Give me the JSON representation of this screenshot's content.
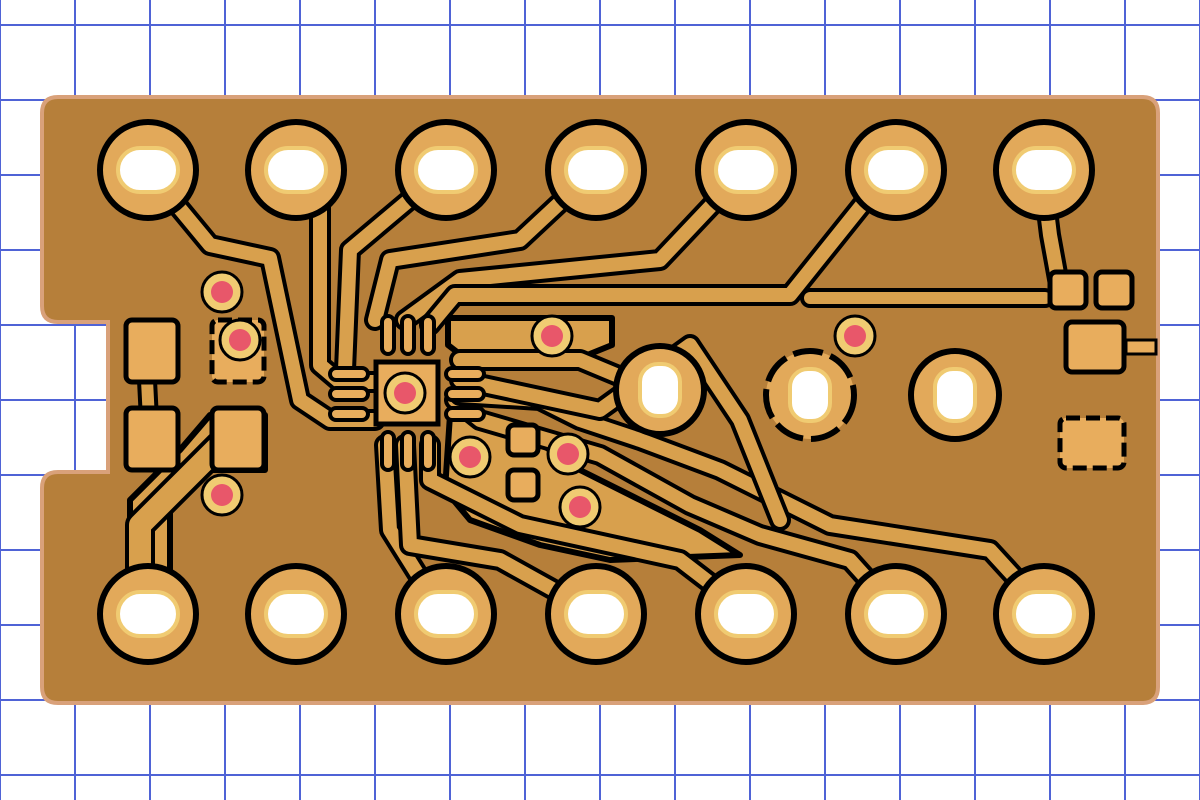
{
  "colors": {
    "background": "#ffffff",
    "grid": "#4f63d6",
    "substrate": "#b67f3a",
    "substrate_edge": "#d9a17a",
    "copper": "#d8a04d",
    "copper_highlight": "#f0cb72",
    "pad_fill": "#e2a95a",
    "pad_smd": "#e8ad5d",
    "pad_outline": "#000000",
    "hole": "#ffffff",
    "via": "#e8576a",
    "trace": "#d8a04d",
    "isolation": "#000000"
  },
  "icons": {
    "through_hole_pad": "through-hole-pad-icon",
    "via": "via-icon",
    "smd_pad": "smd-pad-icon",
    "ic_package": "qfn-chip-icon",
    "mounting_hole": "mounting-hole-icon"
  },
  "diagram": {
    "type": "pcb-layout",
    "board_shape": "rounded-rectangle-with-left-notch",
    "top_row_pin_count": 7,
    "bottom_row_pin_count": 7,
    "center_holes_count": 3,
    "via_count": 9,
    "ic_type": "qfn-square"
  }
}
